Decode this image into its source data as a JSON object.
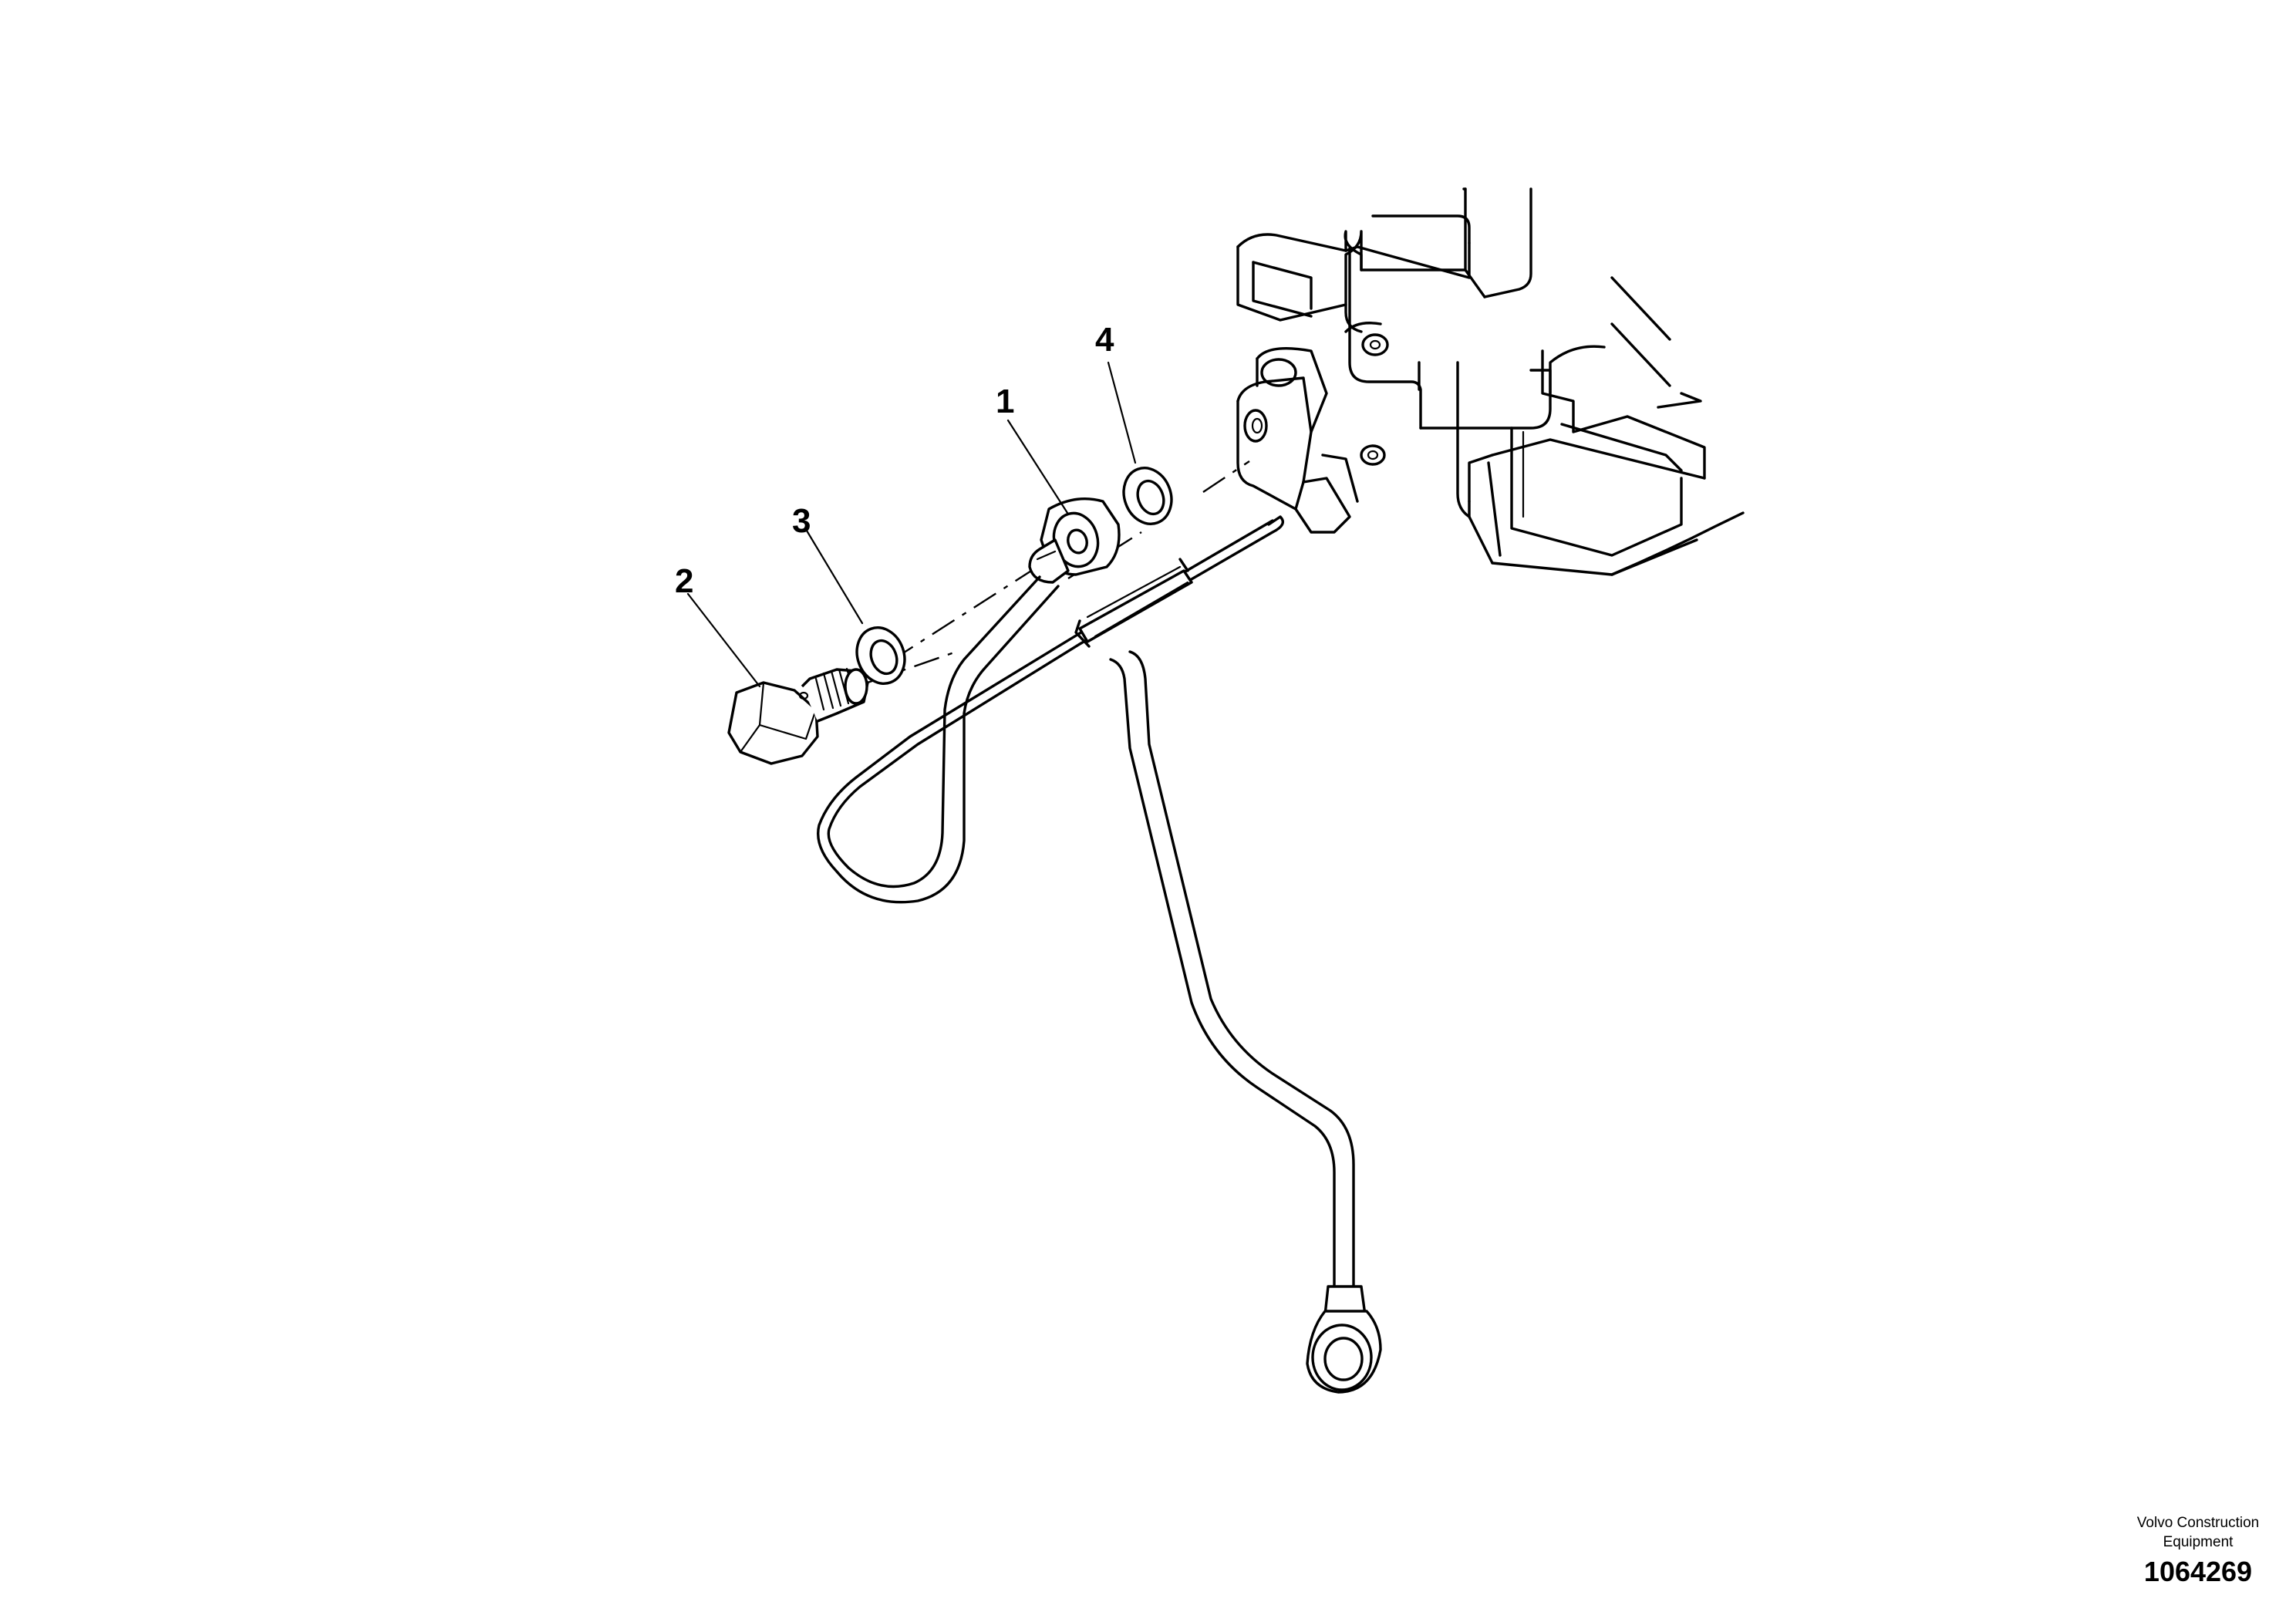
{
  "callouts": [
    {
      "id": "1",
      "label": "1"
    },
    {
      "id": "2",
      "label": "2"
    },
    {
      "id": "3",
      "label": "3"
    },
    {
      "id": "4",
      "label": "4"
    }
  ],
  "footer": {
    "brand_line1": "Volvo Construction",
    "brand_line2": "Equipment",
    "document_number": "1064269"
  }
}
